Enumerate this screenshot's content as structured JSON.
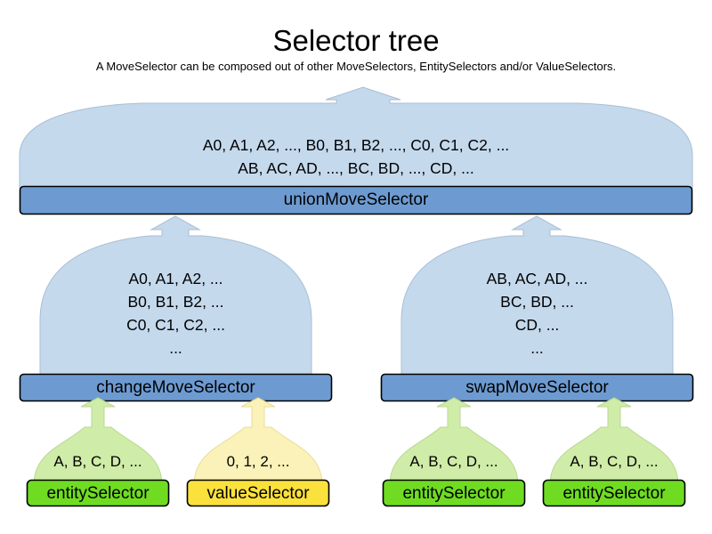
{
  "header": {
    "title": "Selector tree",
    "subtitle": "A MoveSelector can be composed out of other MoveSelectors, EntitySelectors and/or ValueSelectors."
  },
  "colors": {
    "move_dome": "#c5d9ed",
    "move_bar": "#6d9bd1",
    "entity_dome": "#cfeca8",
    "entity_bar": "#6fdc22",
    "value_dome": "#faf2b8",
    "value_bar": "#fae13c",
    "outline": "#000000",
    "dome_outline": "#a8bed4",
    "background": "#ffffff"
  },
  "diagram": {
    "type": "tree",
    "levels": 3,
    "nodes": [
      {
        "id": "union-move-selector",
        "kind": "move-selector",
        "label": "unionMoveSelector",
        "content_lines": [
          "A0, A1, A2, ..., B0, B1, B2, ..., C0, C1, C2, ...",
          "AB, AC, AD, ..., BC, BD, ..., CD, ..."
        ],
        "children": [
          "change-move-selector",
          "swap-move-selector"
        ]
      },
      {
        "id": "change-move-selector",
        "kind": "move-selector",
        "label": "changeMoveSelector",
        "content_lines": [
          "A0, A1, A2, ...",
          "B0, B1, B2, ...",
          "C0, C1, C2, ...",
          "..."
        ],
        "children": [
          "entity-selector-1",
          "value-selector-1"
        ]
      },
      {
        "id": "swap-move-selector",
        "kind": "move-selector",
        "label": "swapMoveSelector",
        "content_lines": [
          "AB, AC, AD, ...",
          "BC, BD, ...",
          "CD, ...",
          "..."
        ],
        "children": [
          "entity-selector-2",
          "entity-selector-3"
        ]
      },
      {
        "id": "entity-selector-1",
        "kind": "entity-selector",
        "label": "entitySelector",
        "content_lines": [
          "A, B, C, D, ..."
        ],
        "children": []
      },
      {
        "id": "value-selector-1",
        "kind": "value-selector",
        "label": "valueSelector",
        "content_lines": [
          "0, 1, 2, ..."
        ],
        "children": []
      },
      {
        "id": "entity-selector-2",
        "kind": "entity-selector",
        "label": "entitySelector",
        "content_lines": [
          "A, B, C, D, ..."
        ],
        "children": []
      },
      {
        "id": "entity-selector-3",
        "kind": "entity-selector",
        "label": "entitySelector",
        "content_lines": [
          "A, B, C, D, ..."
        ],
        "children": []
      }
    ]
  },
  "text": {
    "union_line_1": "A0, A1, A2, ..., B0, B1, B2, ..., C0, C1, C2, ...",
    "union_line_2": "AB, AC, AD, ..., BC, BD, ..., CD, ...",
    "union_label": "unionMoveSelector",
    "change_content": "A0, A1, A2, ...\nB0, B1, B2, ...\nC0, C1, C2, ...\n...",
    "change_label": "changeMoveSelector",
    "swap_content": "AB, AC, AD, ...\nBC, BD, ...\nCD, ...\n...",
    "swap_label": "swapMoveSelector",
    "leaf1_content": "A, B, C, D, ...",
    "leaf1_label": "entitySelector",
    "leaf2_content": "0, 1, 2, ...",
    "leaf2_label": "valueSelector",
    "leaf3_content": "A, B, C, D, ...",
    "leaf3_label": "entitySelector",
    "leaf4_content": "A, B, C, D, ...",
    "leaf4_label": "entitySelector"
  }
}
